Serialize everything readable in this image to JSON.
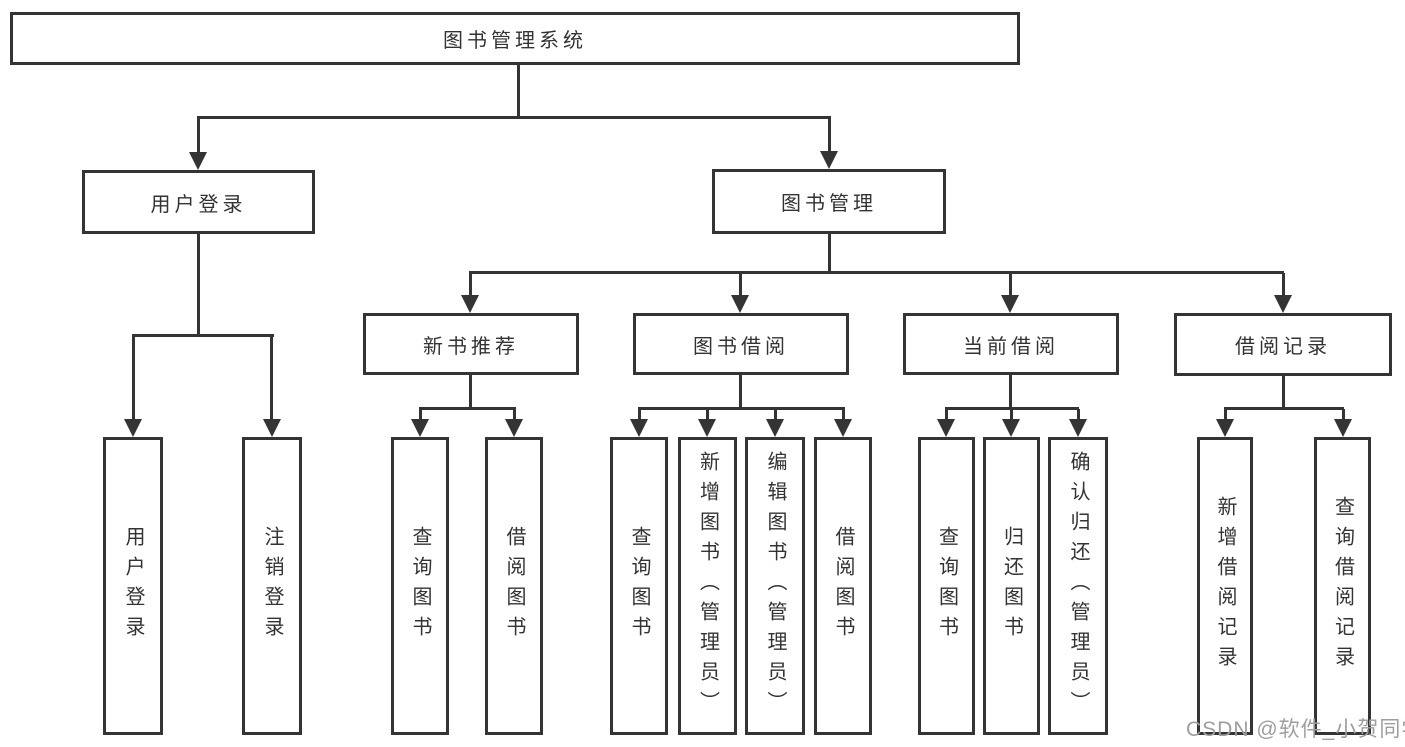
{
  "tree": {
    "root": {
      "label": "图书管理系统",
      "children": [
        {
          "label": "用户登录",
          "children": [
            {
              "label": "用户登录"
            },
            {
              "label": "注销登录"
            }
          ]
        },
        {
          "label": "图书管理",
          "children": [
            {
              "label": "新书推荐",
              "children": [
                {
                  "label": "查询图书"
                },
                {
                  "label": "借阅图书"
                }
              ]
            },
            {
              "label": "图书借阅",
              "children": [
                {
                  "label": "查询图书"
                },
                {
                  "label": "新增图书（管理员）"
                },
                {
                  "label": "编辑图书（管理员）"
                },
                {
                  "label": "借阅图书"
                }
              ]
            },
            {
              "label": "当前借阅",
              "children": [
                {
                  "label": "查询图书"
                },
                {
                  "label": "归还图书"
                },
                {
                  "label": "确认归还（管理员）"
                }
              ]
            },
            {
              "label": "借阅记录",
              "children": [
                {
                  "label": "新增借阅记录"
                },
                {
                  "label": "查询借阅记录"
                }
              ]
            }
          ]
        }
      ]
    }
  },
  "watermark": {
    "text": "CSDN @软件_小贺同学"
  },
  "colors": {
    "line": "#343434",
    "text": "#333333",
    "watermark": "#9e9e9e",
    "background": "#ffffff"
  }
}
